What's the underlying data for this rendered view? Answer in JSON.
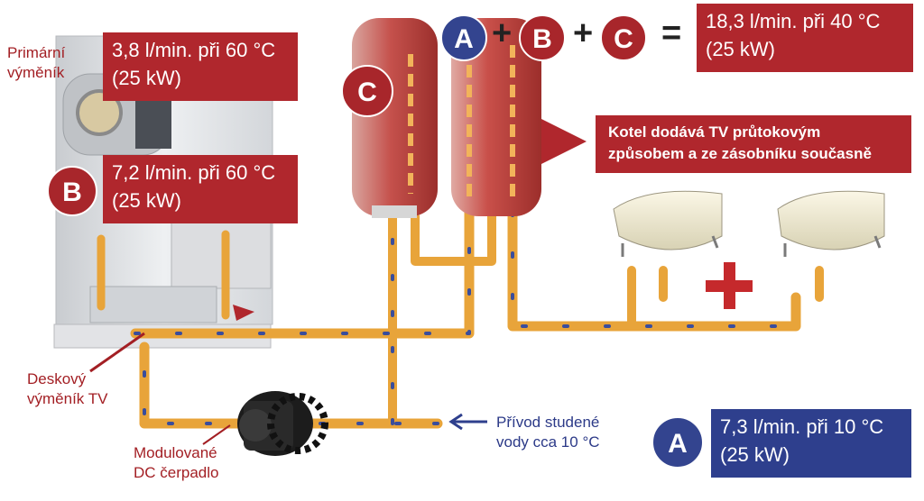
{
  "title_equation": {
    "a": "A",
    "b": "B",
    "c": "C",
    "plus1": "+",
    "plus2": "+",
    "equals": "="
  },
  "boxes": {
    "total_flow_line1": "18,3 l/min. při 40 °C",
    "total_flow_line2": "(25 kW)",
    "primary_line1": "3,8 l/min. při 60 °C",
    "primary_line2": "(25 kW)",
    "b_line1": "7,2 l/min. při 60 °C",
    "b_line2": "(25 kW)",
    "a_line1": "7,3 l/min. při 10 °C",
    "a_line2": "(25 kW)",
    "note_line1": "Kotel dodává TV průtokovým",
    "note_line2": "způsobem a ze zásobníku současně"
  },
  "badges": {
    "c_tank": "C",
    "b_left": "B",
    "a_bottom": "A"
  },
  "labels": {
    "primary_line1": "Primární",
    "primary_line2": "výměník",
    "plate_line1": "Deskový",
    "plate_line2": "výměník TV",
    "pump_line1": "Modulované",
    "pump_line2": "DC čerpadlo",
    "cold_line1": "Přívod studené",
    "cold_line2": "vody cca 10 °C"
  },
  "colors": {
    "accent_red": "#b0272d",
    "accent_blue": "#2e3f8d",
    "pipe_orange": "#e8a43a",
    "tank_red": "#c64a45"
  },
  "icons": [
    "boiler-unit",
    "storage-tank-c",
    "storage-tank-ab",
    "washbasin",
    "washbasin",
    "pump",
    "arrow-right",
    "plus-sign"
  ]
}
